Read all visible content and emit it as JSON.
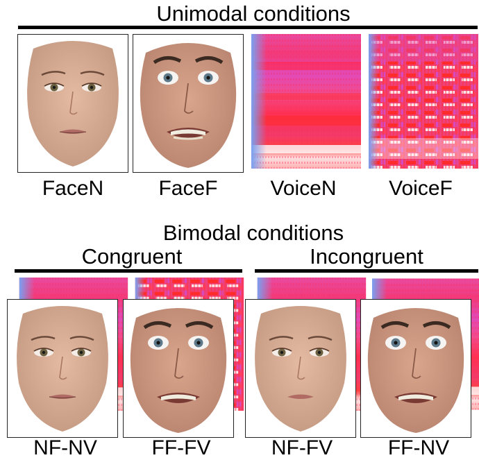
{
  "unimodal": {
    "title": "Unimodal conditions",
    "labels": [
      "FaceN",
      "FaceF",
      "VoiceN",
      "VoiceF"
    ]
  },
  "bimodal": {
    "title": "Bimodal conditions",
    "congruent": "Congruent",
    "incongruent": "Incongruent",
    "labels": [
      "NF-NV",
      "FF-FV",
      "NF-FV",
      "FF-NV"
    ]
  },
  "icons": {
    "neutral_face": "neutral-female-face-photo",
    "fearful_face": "fearful-male-face-photo",
    "neutral_voice": "neutral-voice-spectrogram",
    "fearful_voice": "fearful-voice-spectrogram"
  },
  "colors": {
    "spectrogram_base": "#f23a8a",
    "spectrogram_hot": "#ff2020",
    "spectrogram_low": "#8a8cf0",
    "skin": "#d9a890"
  }
}
